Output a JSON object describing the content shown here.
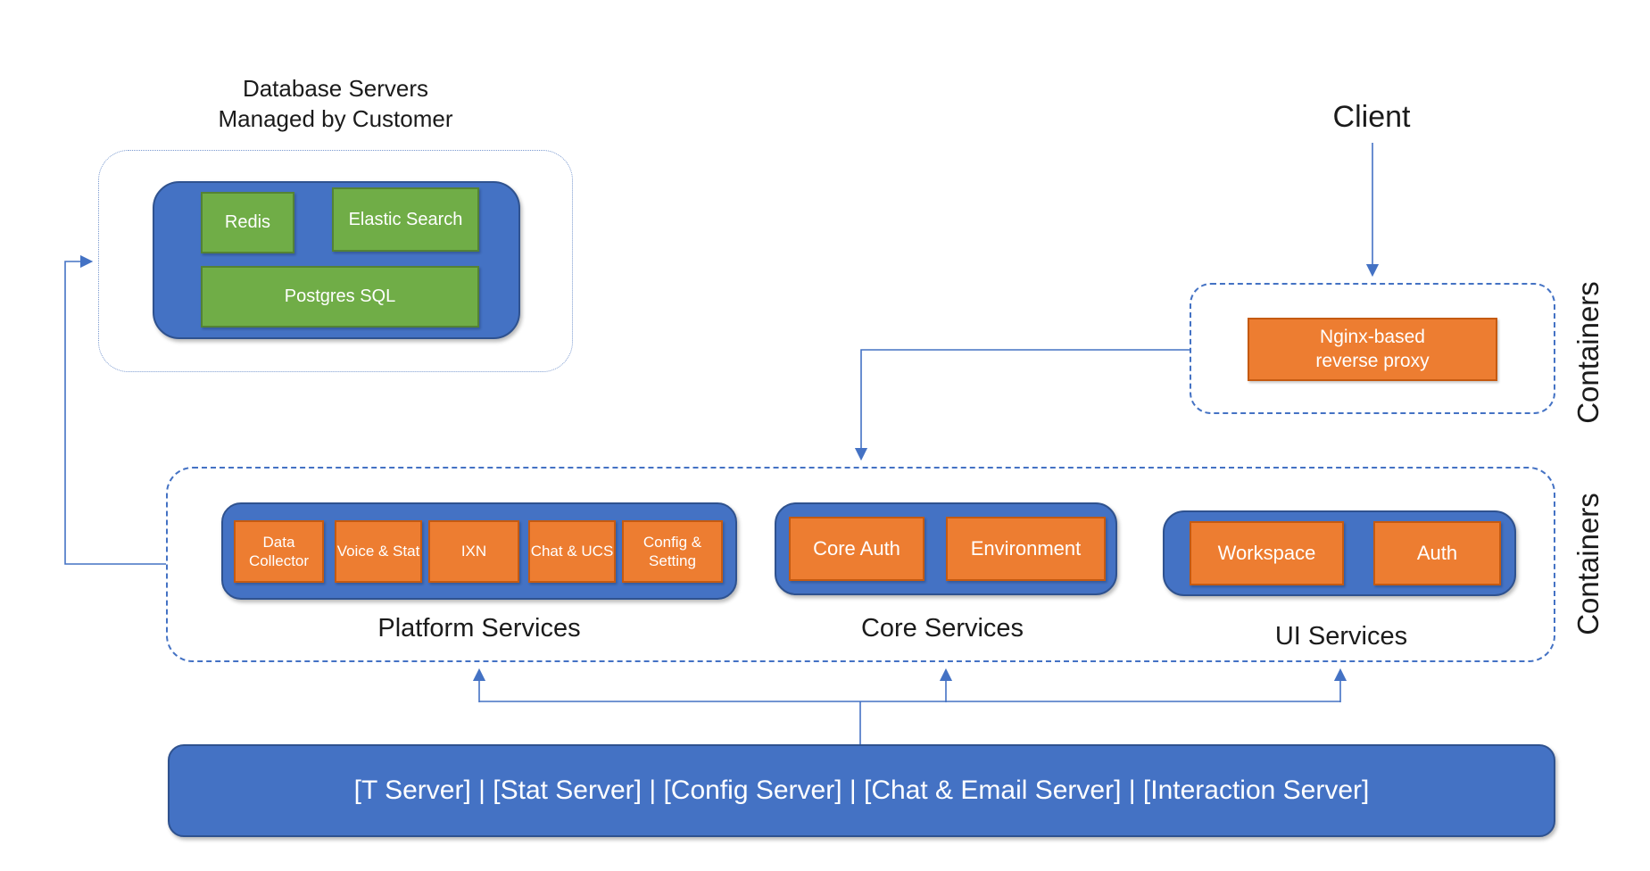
{
  "colors": {
    "blue_fill": "#4472C4",
    "blue_border": "#2F528F",
    "green_fill": "#70AD47",
    "green_border": "#548235",
    "orange_fill": "#ED7D31",
    "orange_border": "#C55A11",
    "connector_blue": "#4472C4",
    "label_text": "#1b1b1b",
    "box_text": "#FFFFFF"
  },
  "database_group": {
    "title_line1": "Database Servers",
    "title_line2": "Managed by Customer",
    "items": [
      "Redis",
      "Elastic Search",
      "Postgres SQL"
    ]
  },
  "client": {
    "label": "Client"
  },
  "proxy_group": {
    "side_label": "Containers",
    "box_line1": "Nginx-based",
    "box_line2": "reverse proxy"
  },
  "services_group": {
    "side_label": "Containers",
    "platform": {
      "label": "Platform Services",
      "items": [
        "Data Collector",
        "Voice & Stat",
        "IXN",
        "Chat & UCS",
        "Config & Setting"
      ]
    },
    "core": {
      "label": "Core Services",
      "items": [
        "Core Auth",
        "Environment"
      ]
    },
    "ui": {
      "label": "UI Services",
      "items": [
        "Workspace",
        "Auth"
      ]
    }
  },
  "bottom_bar": {
    "label": "[T Server] | [Stat Server] | [Config Server] | [Chat & Email Server] | [Interaction Server]"
  }
}
